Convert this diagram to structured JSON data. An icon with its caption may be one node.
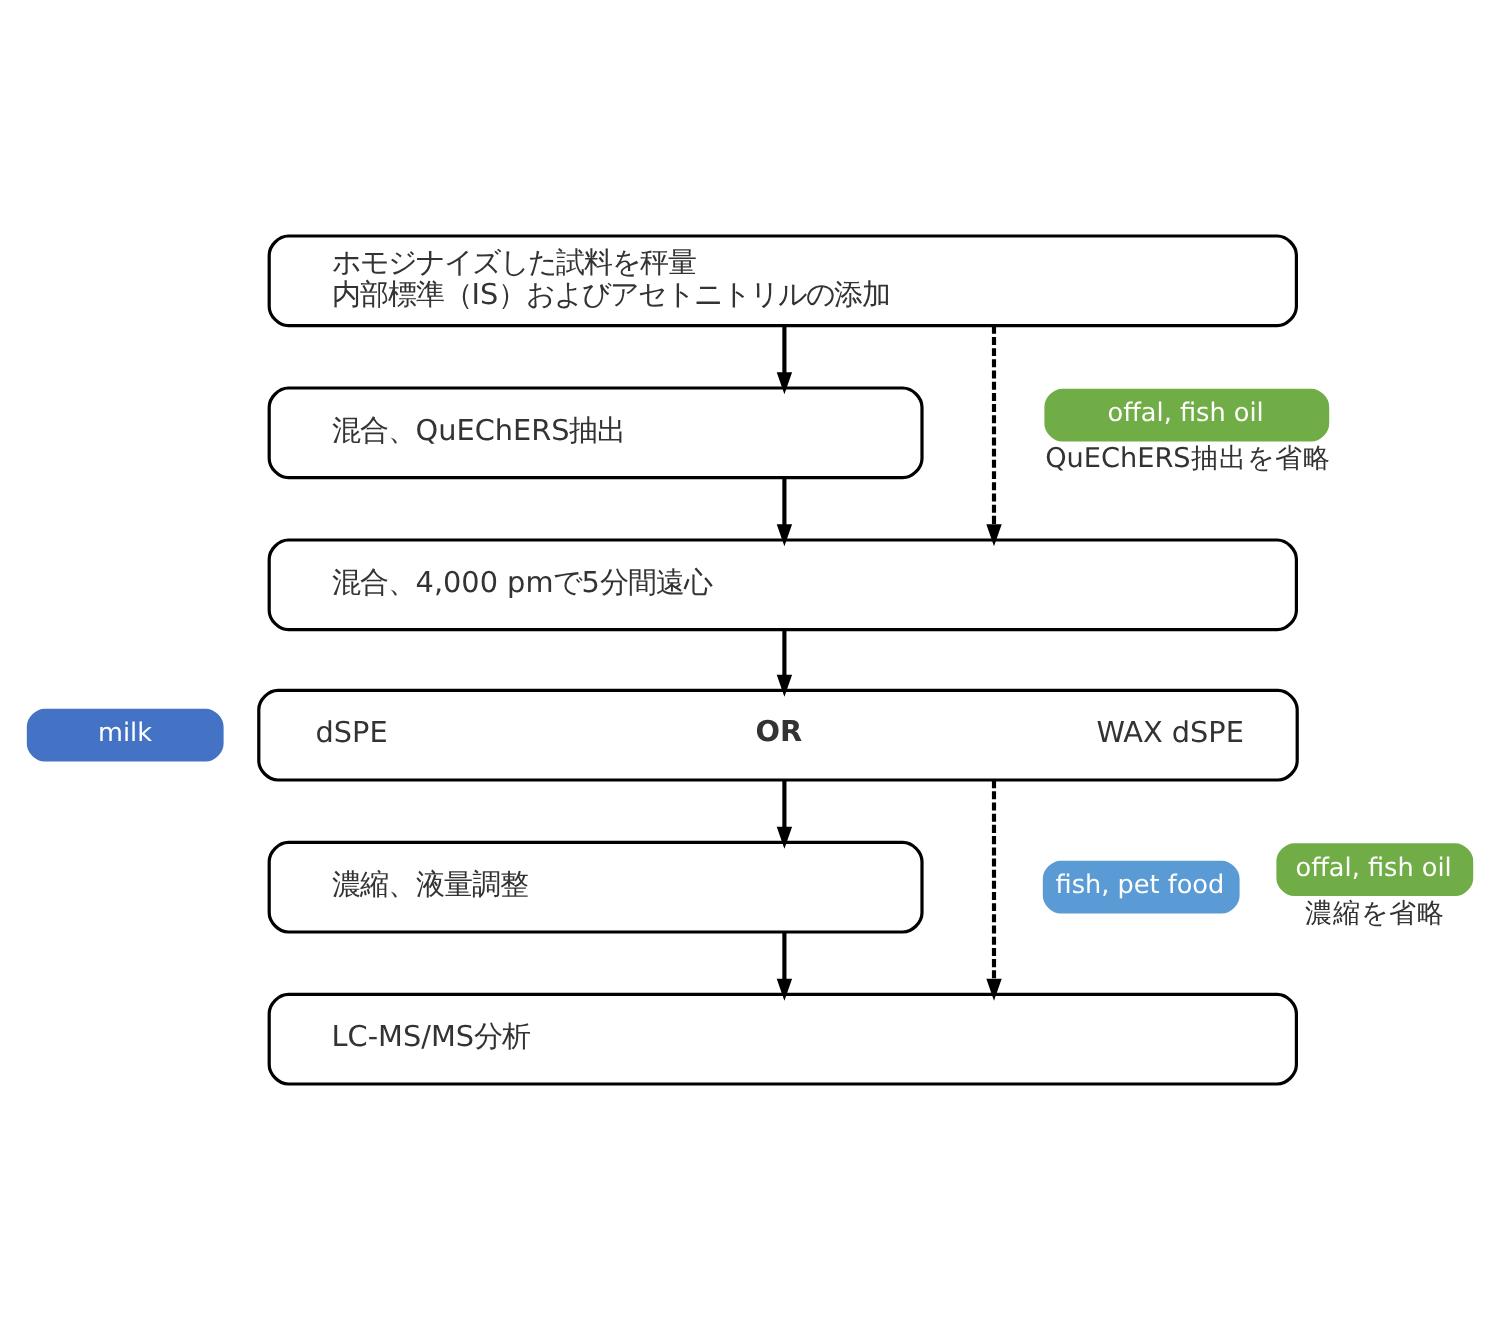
{
  "diagram": {
    "nodes": [
      {
        "text": [
          "ホモジナイズした試料を秤量",
          "内部標準（IS）およびアセトニトリルの添加"
        ]
      },
      {
        "text": [
          "混合、QuEChERS抽出"
        ]
      },
      {
        "text": [
          "offal, fish oil"
        ],
        "beside": [
          "QuEChERS抽出を省略"
        ]
      },
      {
        "text": [
          "混合、4,000 pmで5分間遠心"
        ]
      },
      {
        "text": [
          "milk"
        ]
      },
      {
        "text": [
          "dSPE",
          "OR",
          "WAX dSPE"
        ]
      },
      {
        "text": [
          "濃縮、液量調整"
        ]
      },
      {
        "text": [
          "fish, pet food"
        ]
      },
      {
        "text": [
          "offal, fish oil"
        ],
        "beside": [
          "濃縮を省略"
        ]
      },
      {
        "text": [
          "LC-MS/MS分析"
        ]
      }
    ],
    "edges": [
      {
        "from": 0,
        "to": 1,
        "arrow": "to"
      },
      {
        "from": 1,
        "to": 3,
        "arrow": "to"
      },
      {
        "from": 0,
        "to": 3,
        "arrow": "to",
        "style": "dashed"
      },
      {
        "from": 3,
        "to": 5,
        "arrow": "to"
      },
      {
        "from": 5,
        "to": 6,
        "arrow": "to"
      },
      {
        "from": 6,
        "to": 9,
        "arrow": "to"
      },
      {
        "from": 5,
        "to": 9,
        "arrow": "to",
        "style": "dashed"
      }
    ]
  }
}
